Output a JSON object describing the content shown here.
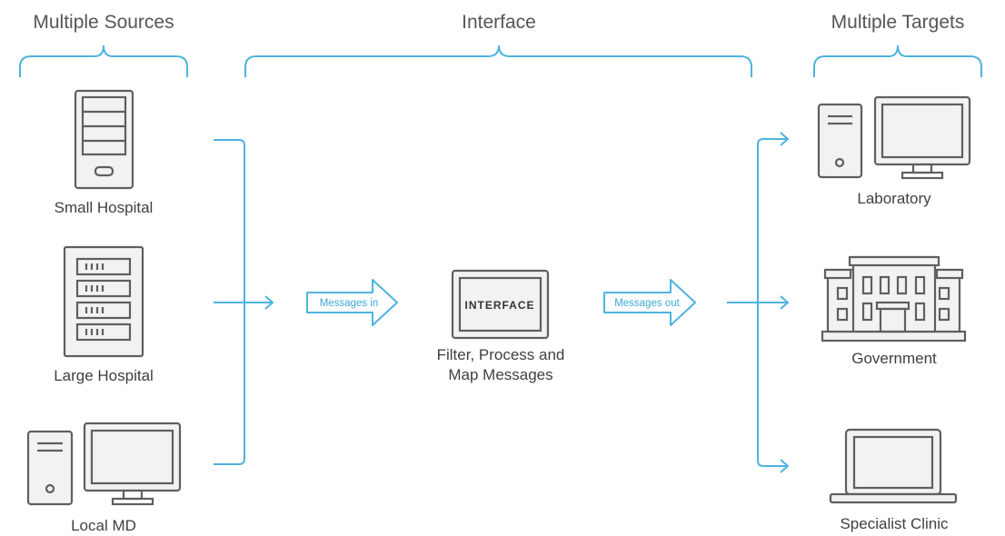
{
  "headers": {
    "sources": "Multiple Sources",
    "interface": "Interface",
    "targets": "Multiple Targets"
  },
  "sources": [
    {
      "label": "Small Hospital",
      "icon": "small-hospital-server-icon"
    },
    {
      "label": "Large Hospital",
      "icon": "large-hospital-rack-icon"
    },
    {
      "label": "Local MD",
      "icon": "desktop-computer-icon"
    }
  ],
  "interface": {
    "box_text": "INTERFACE",
    "caption_line1": "Filter, Process and",
    "caption_line2": "Map Messages",
    "messages_in": "Messages in",
    "messages_out": "Messages out"
  },
  "targets": [
    {
      "label": "Laboratory",
      "icon": "desktop-computer-icon"
    },
    {
      "label": "Government",
      "icon": "government-building-icon"
    },
    {
      "label": "Specialist Clinic",
      "icon": "laptop-icon"
    }
  ],
  "colors": {
    "connector": "#4fb3de",
    "icon_stroke": "#5f5f5f",
    "text": "#3f3f3f"
  }
}
